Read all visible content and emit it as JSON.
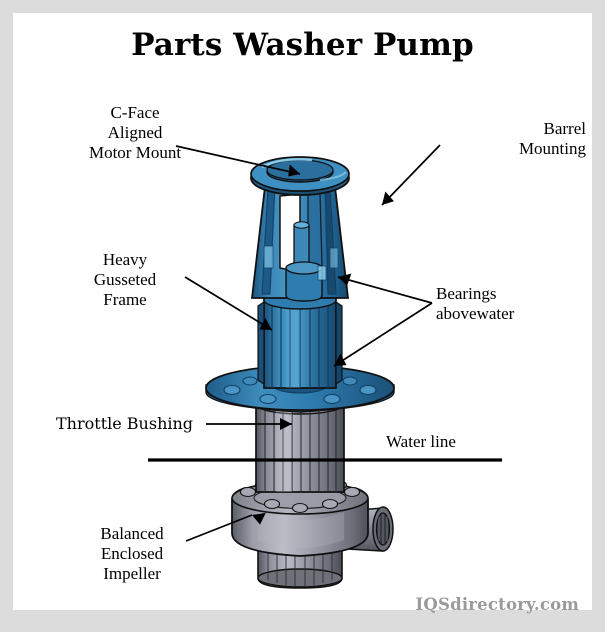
{
  "page": {
    "title": "Parts Washer Pump",
    "watermark": "IQSdirectory.com",
    "border_color": "#dcdcdc",
    "background_color": "#ffffff"
  },
  "diagram": {
    "subject": "vertical parts washer pump cutaway",
    "colors": {
      "body_blue": "#2a6f9e",
      "body_blue_dark": "#1b537d",
      "body_blue_light": "#4e9bc8",
      "casing_gray": "#8e909c",
      "casing_gray_dark": "#5d5f6b",
      "casing_gray_light": "#b9bbc5",
      "outline": "#111111",
      "leader_line": "#000000"
    },
    "labels": [
      {
        "id": "c-face-aligned-motor-mount",
        "lines": [
          "C-Face",
          "Aligned",
          "Motor Mount"
        ],
        "text": "C-Face Aligned Motor Mount"
      },
      {
        "id": "barrel-mounting",
        "lines": [
          "Barrel",
          "Mounting"
        ],
        "text": "Barrel Mounting"
      },
      {
        "id": "heavy-gusseted-frame",
        "lines": [
          "Heavy",
          "Gusseted",
          "Frame"
        ],
        "text": "Heavy Gusseted Frame"
      },
      {
        "id": "bearings-abovewater",
        "lines": [
          "Bearings",
          "abovewater"
        ],
        "text": "Bearings abovewater"
      },
      {
        "id": "throttle-bushing",
        "lines": [
          "Throttle Bushing"
        ],
        "text": "Throttle Bushing"
      },
      {
        "id": "water-line",
        "lines": [
          "Water line"
        ],
        "text": "Water line"
      },
      {
        "id": "balanced-enclosed-impeller",
        "lines": [
          "Balanced",
          "Enclosed",
          "Impeller"
        ],
        "text": "Balanced Enclosed Impeller"
      }
    ],
    "label_text": {
      "c_face_1": "C-Face",
      "c_face_2": "Aligned",
      "c_face_3": "Motor Mount",
      "barrel_1": "Barrel",
      "barrel_2": "Mounting",
      "heavy_1": "Heavy",
      "heavy_2": "Gusseted",
      "heavy_3": "Frame",
      "bearings_1": "Bearings",
      "bearings_2": "abovewater",
      "throttle_1": "Throttle Bushing",
      "water_1": "Water line",
      "impeller_1": "Balanced",
      "impeller_2": "Enclosed",
      "impeller_3": "Impeller"
    }
  }
}
